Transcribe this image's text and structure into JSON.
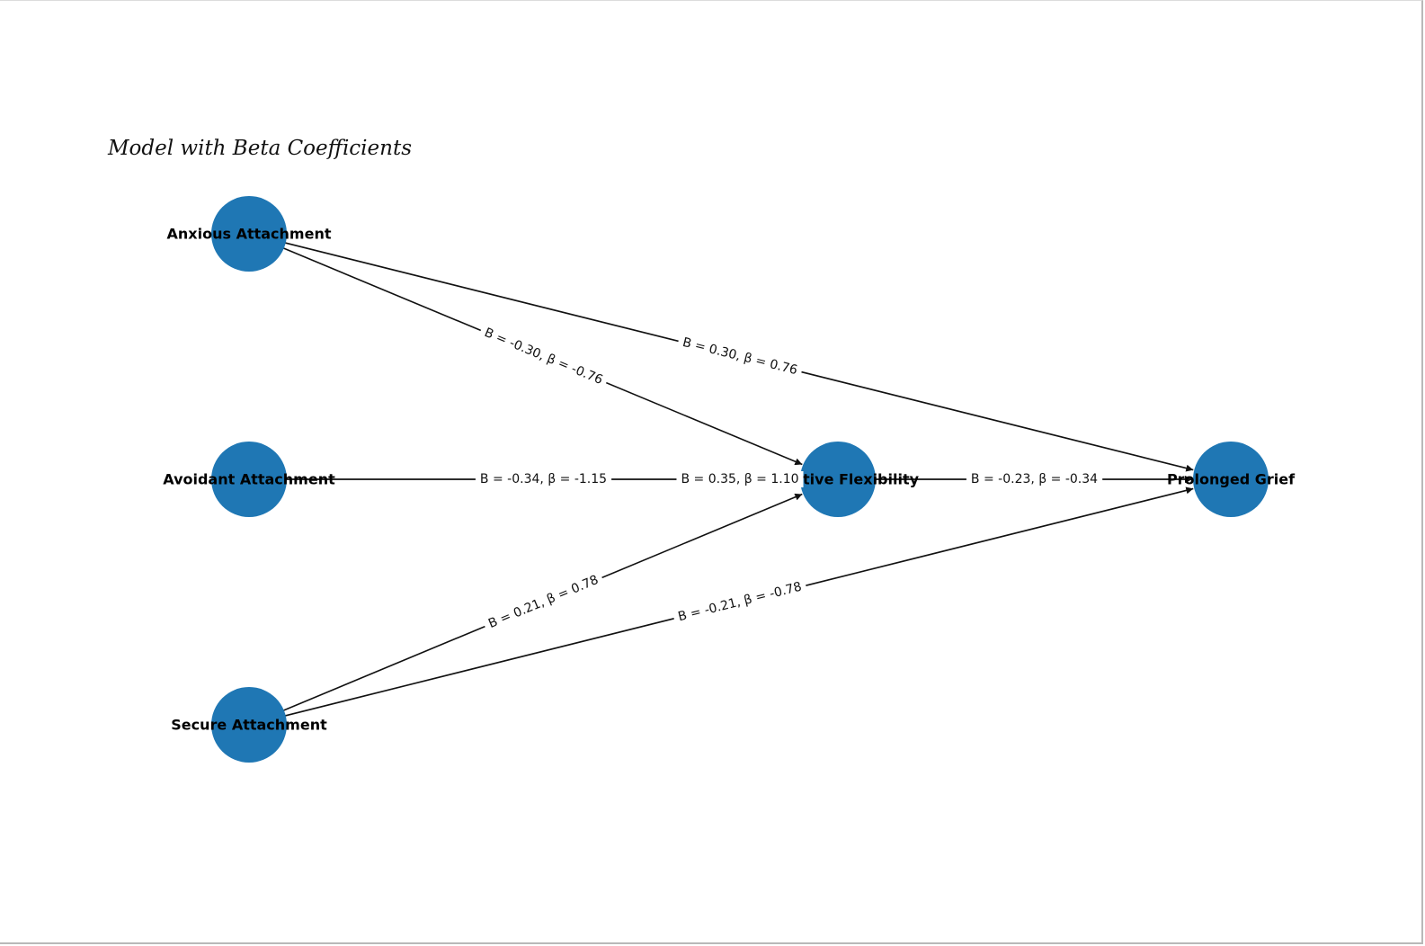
{
  "title": "Model with Beta Coefficients",
  "colors": {
    "node_fill": "#1f77b4",
    "edge": "#111111",
    "background": "#ffffff"
  },
  "nodes": [
    {
      "id": "anxious",
      "label": "Anxious Attachment"
    },
    {
      "id": "avoidant",
      "label": "Avoidant Attachment"
    },
    {
      "id": "secure",
      "label": "Secure Attachment"
    },
    {
      "id": "cognitive",
      "label": "Cognitive Flexibility"
    },
    {
      "id": "grief",
      "label": "Prolonged Grief"
    }
  ],
  "edges": [
    {
      "id": "anxious-cognitive",
      "from": "anxious",
      "to": "cognitive",
      "B": "-0.30",
      "beta": "-0.76",
      "label": "B = -0.30, β = -0.76"
    },
    {
      "id": "anxious-grief",
      "from": "anxious",
      "to": "grief",
      "B": "0.30",
      "beta": "0.76",
      "label": "B = 0.30, β = 0.76"
    },
    {
      "id": "avoidant-cognitive",
      "from": "avoidant",
      "to": "cognitive",
      "B": "-0.34",
      "beta": "-1.15",
      "label": "B = -0.34, β = -1.15"
    },
    {
      "id": "avoidant-grief",
      "from": "avoidant",
      "to": "grief",
      "B": "0.35",
      "beta": "1.10",
      "label": "B = 0.35, β = 1.10"
    },
    {
      "id": "secure-cognitive",
      "from": "secure",
      "to": "cognitive",
      "B": "0.21",
      "beta": "0.78",
      "label": "B = 0.21, β = 0.78"
    },
    {
      "id": "secure-grief",
      "from": "secure",
      "to": "grief",
      "B": "-0.21",
      "beta": "-0.78",
      "label": "B = -0.21, β = -0.78"
    },
    {
      "id": "cognitive-grief",
      "from": "cognitive",
      "to": "grief",
      "B": "-0.23",
      "beta": "-0.34",
      "label": "B = -0.23, β = -0.34"
    }
  ]
}
